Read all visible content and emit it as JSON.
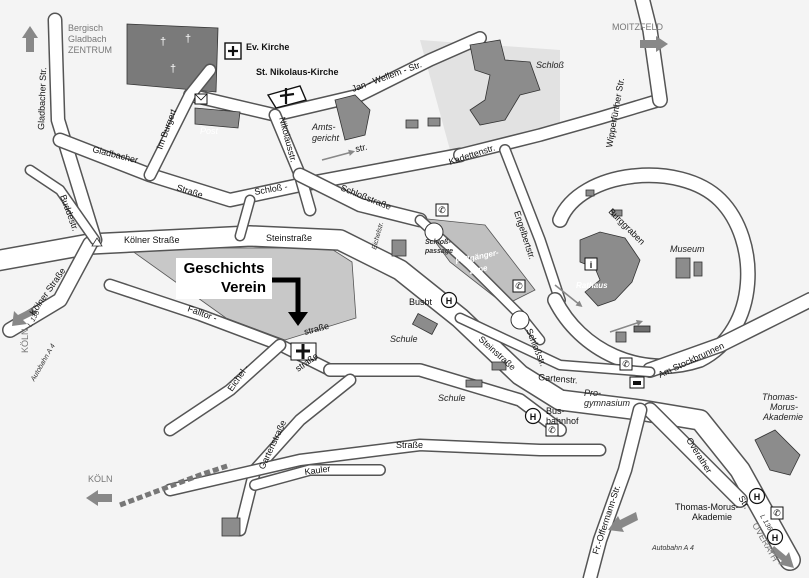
{
  "labels": {
    "bergisch_gladbach_zentrum": [
      "Bergisch",
      "Gladbach",
      "ZENTRUM"
    ],
    "moitzfeld": "MOITZFELD",
    "koeln_top": "KÖLN",
    "koeln_bottom": "KÖLN",
    "l136_left": "L 136",
    "autobahn_left": "Autobahn A 4",
    "overath": "OVERATH",
    "l136_right": "L 136",
    "autobahn_right": "Autobahn A 4"
  },
  "streets": {
    "gladbacher_str_left": "Gladbacher Str.",
    "gladbacher": "Gladbacher",
    "strasse_a": "Straße",
    "im_burgert": "Im Burgert",
    "nikolausstr": "Nikolausstr.",
    "jan_wellem": "Jan - Wellem - Str.",
    "str_small": "str.",
    "schloss_dash": "Schloß -",
    "schlossstrasse": "Schloßstraße",
    "kadettenstr": "Kadettenstr.",
    "wipperfuerther": "Wipperfürther Str.",
    "engelbertstr": "Engelbertstr.",
    "burggraben": "Burggraben",
    "buddestr": "Buddestr.",
    "koelner_strasse_left": "Kölner Straße",
    "koelner_strasse": "Kölner Straße",
    "steinstrasse": "Steinstraße",
    "eichelstr": "Eichelstr.",
    "falltor": "Falltor -",
    "strasse_b": "straße",
    "strasse_c": "straße",
    "eichel_dash": "Eichel -",
    "steinstrasse_2": "Steinstraße",
    "schlossstr": "Schloßstr.",
    "gartenstr": "Gartenstr.",
    "am_stockbrunnen": "Am Stockbrunnen",
    "gartenstrasse": "Gartenstraße",
    "strasse_d": "Straße",
    "kauler": "Kauler",
    "overather": "Overather",
    "str_right": "Str.",
    "fr_offermann": "Fr.-Offermann-Str."
  },
  "pois": {
    "ev_kirche": "Ev. Kirche",
    "st_nikolaus": "St. Nikolaus-Kirche",
    "schloss": "Schloß",
    "post": "Post",
    "amtsgericht": [
      "Amts-",
      "gericht"
    ],
    "schlosspassage": [
      "Schloß-",
      "passage"
    ],
    "fussgaengerzone": [
      "Fußgänger-",
      "zone"
    ],
    "rathaus": "Rathaus",
    "museum": "Museum",
    "busbt": "Busbt",
    "schule_1": "Schule",
    "schule_2": "Schule",
    "progymnasium": [
      "Pro-",
      "gymnasium"
    ],
    "busbahnhof": [
      "Bus-",
      "bahnhof"
    ],
    "thomas_morus_akademie_top": [
      "Thomas-",
      "Morus-",
      "Akademie"
    ],
    "thomas_morus_akademie_bottom": [
      "Thomas-Morus-",
      "Akademie"
    ]
  },
  "callout": {
    "line1": "Geschichts",
    "line2": "Verein"
  },
  "icons": {
    "bus_stop": "H",
    "info": "i",
    "phone": "phone-icon",
    "parking": "parking-icon",
    "church": "cross-icon"
  },
  "colors": {
    "road_casing": "#555555",
    "road_fill": "#ffffff",
    "building": "#8c8c8c",
    "zone": "#c8c8c8",
    "background": "#f4f4f4"
  }
}
